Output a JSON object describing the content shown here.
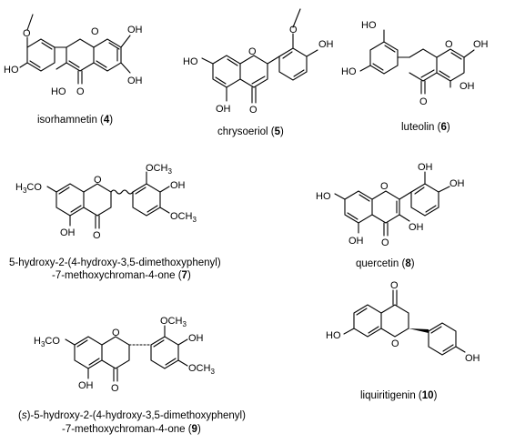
{
  "compounds": [
    {
      "id": "isorhamnetin",
      "caption_name": "isorhamnetin",
      "caption_number": "4",
      "atom_labels": [
        "O",
        "HO",
        "OH",
        "OH",
        "HO",
        "O",
        "O"
      ]
    },
    {
      "id": "chrysoeriol",
      "caption_name": "chrysoeriol",
      "caption_number": "5",
      "atom_labels": [
        "O",
        "OH",
        "HO",
        "O",
        "OH",
        "O"
      ]
    },
    {
      "id": "luteolin",
      "caption_name": "luteolin",
      "caption_number": "6",
      "atom_labels": [
        "HO",
        "HO",
        "O",
        "OH",
        "OH",
        "O"
      ]
    },
    {
      "id": "compound7",
      "caption_line1": "5-hydroxy-2-(4-hydroxy-3,5-dimethoxyphenyl)",
      "caption_line2": "-7-methoxychroman-4-one",
      "caption_number": "7",
      "atom_labels": [
        "OCH",
        "3",
        "OH",
        "OCH",
        "3",
        "H",
        "3",
        "CO",
        "O",
        "OH",
        "O"
      ]
    },
    {
      "id": "quercetin",
      "caption_name": "quercetin",
      "caption_number": "8",
      "atom_labels": [
        "OH",
        "OH",
        "HO",
        "O",
        "OH",
        "OH",
        "O"
      ]
    },
    {
      "id": "compound9",
      "caption_prefix": "(",
      "caption_stereo": "s",
      "caption_line1": ")-5-hydroxy-2-(4-hydroxy-3,5-dimethoxyphenyl)",
      "caption_line2": "-7-methoxychroman-4-one",
      "caption_number": "9",
      "atom_labels": [
        "OCH",
        "3",
        "OH",
        "OCH",
        "3",
        "H",
        "3",
        "CO",
        "O",
        "OH",
        "O"
      ]
    },
    {
      "id": "liquiritigenin",
      "caption_name": "liquiritigenin",
      "caption_number": "10",
      "atom_labels": [
        "O",
        "HO",
        "O",
        "OH"
      ]
    }
  ],
  "colors": {
    "ink": "#000000",
    "background": "#ffffff"
  }
}
